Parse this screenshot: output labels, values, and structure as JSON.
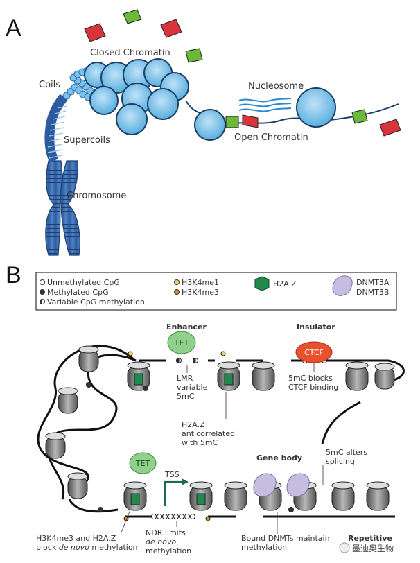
{
  "panel_a": {
    "letter": "A",
    "labels": {
      "closed_chromatin": "Closed Chromatin",
      "coils": "Coils",
      "nucleosome": "Nucleosome",
      "open_chromatin": "Open Chromatin",
      "supercoils": "Supercoils",
      "chromosome": "Chromosome"
    }
  },
  "panel_b": {
    "letter": "B",
    "legend": {
      "unmethylated": "Unmethylated CpG",
      "methylated": "Methylated CpG",
      "variable": "Variable CpG methylation",
      "h3k4me1": "H3K4me1",
      "h3k4me3": "H3K4me3",
      "h2az": "H2A.Z",
      "dnmt3a": "DNMT3A",
      "dnmt3b": "DNMT3B"
    },
    "labels": {
      "enhancer": "Enhancer",
      "insulator": "Insulator",
      "tet_top": "TET",
      "ctcf": "CTCF",
      "lmr_1": "LMR",
      "lmr_2": "variable",
      "lmr_3": "5mC",
      "ctcf_note_1": "5mC blocks",
      "ctcf_note_2": "CTCF binding",
      "h2az_note_1": "H2A.Z",
      "h2az_note_2": "anticorrelated",
      "h2az_note_3": "with 5mC",
      "gene_body": "Gene body",
      "splicing_1": "5mC alters",
      "splicing_2": "splicing",
      "tet_bottom": "TET",
      "tss": "TSS",
      "ndr_1": "NDR limits",
      "ndr_2": "de novo",
      "ndr_3": "methylation",
      "block_1": "H3K4me3 and H2A.Z",
      "block_2a": "block ",
      "block_2b": "de novo",
      "block_2c": " methylation",
      "dnmt_1": "Bound DNMTs maintain",
      "dnmt_2": "methylation",
      "repetitive": "Repetitive",
      "watermark": "墨迪奥生物"
    }
  }
}
